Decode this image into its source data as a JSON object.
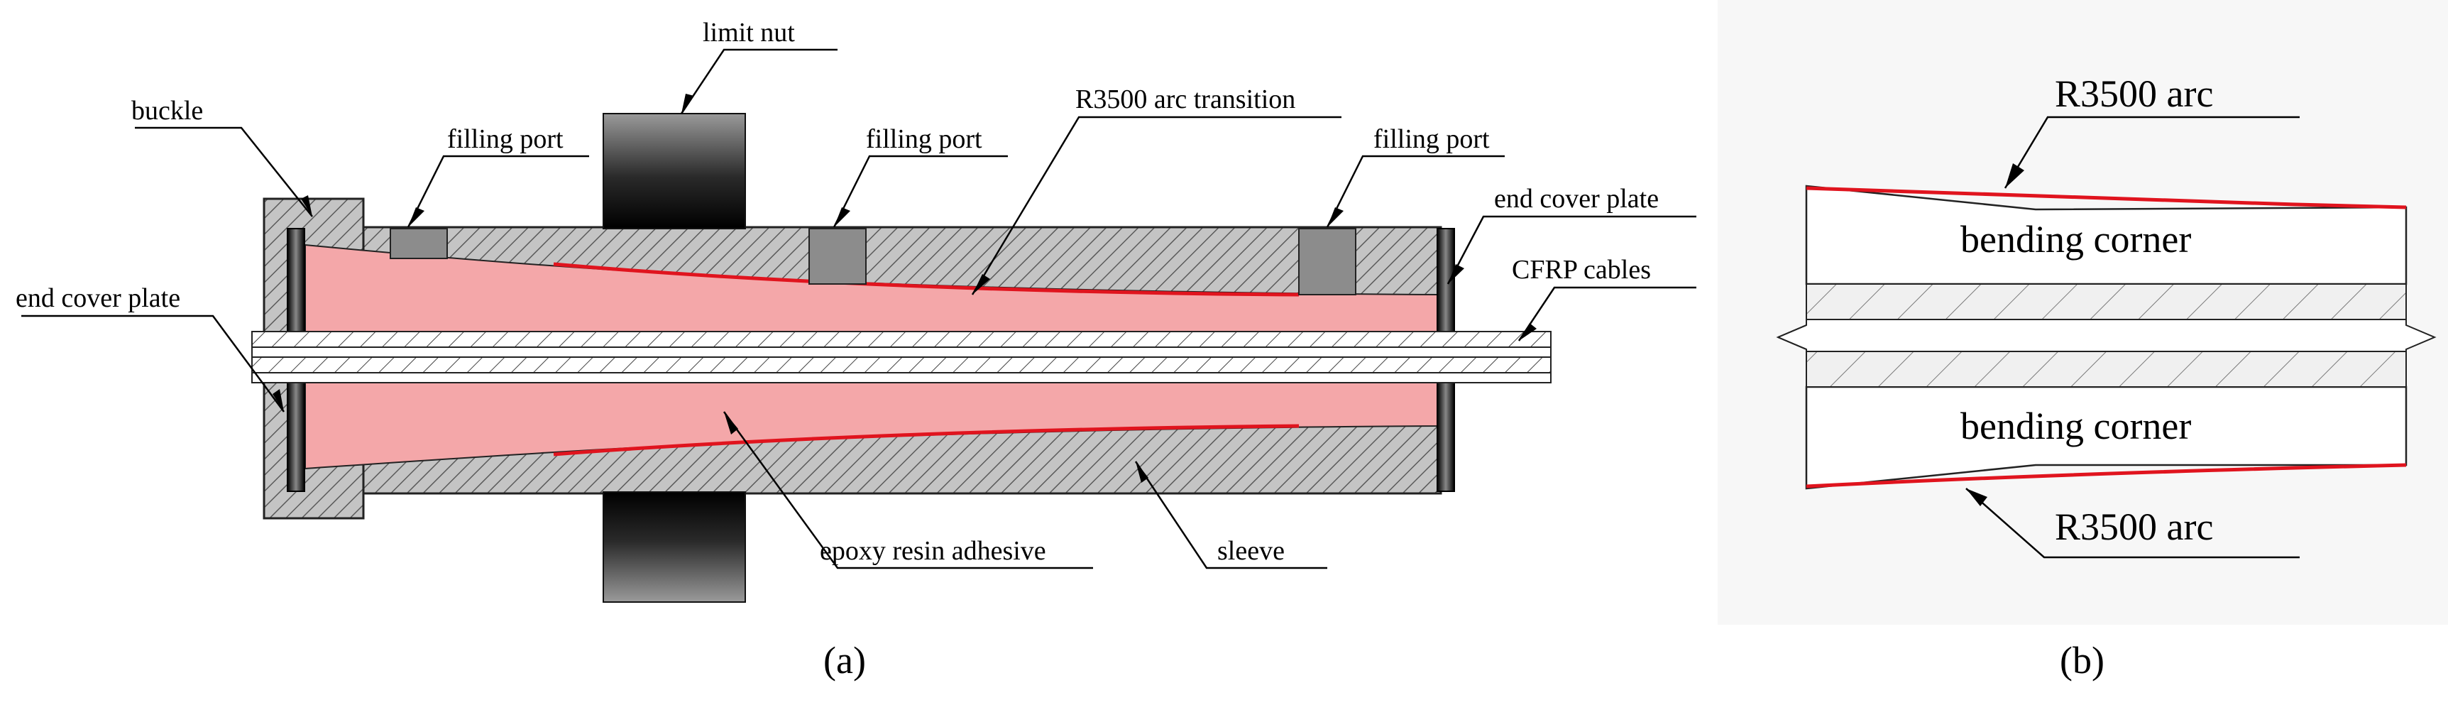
{
  "panel_a": {
    "caption": "(a)",
    "labels": {
      "limit_nut": "limit nut",
      "buckle": "buckle",
      "filling_port_1": "filling port",
      "filling_port_2": "filling port",
      "filling_port_3": "filling port",
      "r3500_transition": "R3500 arc transition",
      "end_cover_right": "end cover plate",
      "end_cover_left": "end cover plate",
      "cfrp_cables": "CFRP cables",
      "epoxy": "epoxy resin adhesive",
      "sleeve": "sleeve"
    }
  },
  "panel_b": {
    "caption": "(b)",
    "labels": {
      "r3500_top": "R3500 arc",
      "bending_top": "bending corner",
      "bending_bottom": "bending corner",
      "r3500_bottom": "R3500 arc"
    }
  },
  "colors": {
    "epoxy_fill": "#f4a7a9",
    "arc_line": "#e0141e",
    "steel_fill": "#bdbdbd",
    "port_fill": "#8c8c8c",
    "panel_bg": "#f7f7f7"
  }
}
